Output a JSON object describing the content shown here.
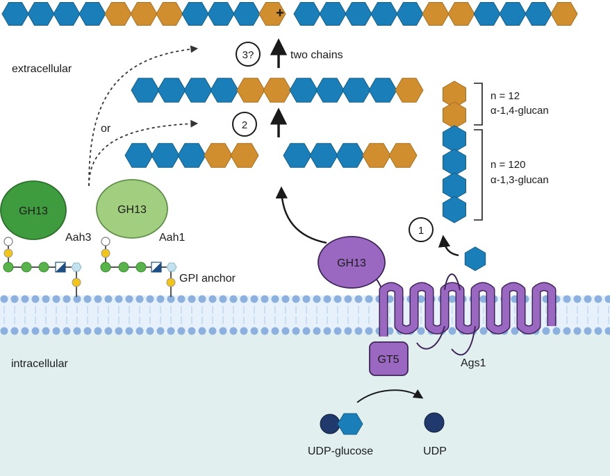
{
  "colors": {
    "glucose_blue": "#1a7fb8",
    "glucose_orange": "#d18e2e",
    "membrane_blue": "#8cb1de",
    "membrane_fill": "#e6f1fb",
    "intracellular_fill": "#e1f0ef",
    "gh13_dark": "#3f9c3e",
    "gh13_light": "#a1cf7f",
    "ags1_purple": "#9b68c1",
    "udp_navy": "#203a6e",
    "gpi_green": "#58b34a",
    "gpi_yellow": "#f2c418",
    "gpi_lightblue": "#c3e2ee"
  },
  "labels": {
    "extracellular": "extracellular",
    "intracellular": "intracellular",
    "plus": "+",
    "or": "or",
    "two_chains": "two chains",
    "step1": "1",
    "step2": "2",
    "step3": "3?",
    "n12": "n = 12",
    "a14": "α-1,4-glucan",
    "n120": "n = 120",
    "a13": "α-1,3-glucan",
    "gh13_aah3": "GH13",
    "aah3": "Aah3",
    "gh13_aah1": "GH13",
    "aah1": "Aah1",
    "gpi_anchor": "GPI anchor",
    "gh13_ags1": "GH13",
    "gt5": "GT5",
    "ags1": "Ags1",
    "udp_glucose": "UDP-glucose",
    "udp": "UDP"
  }
}
